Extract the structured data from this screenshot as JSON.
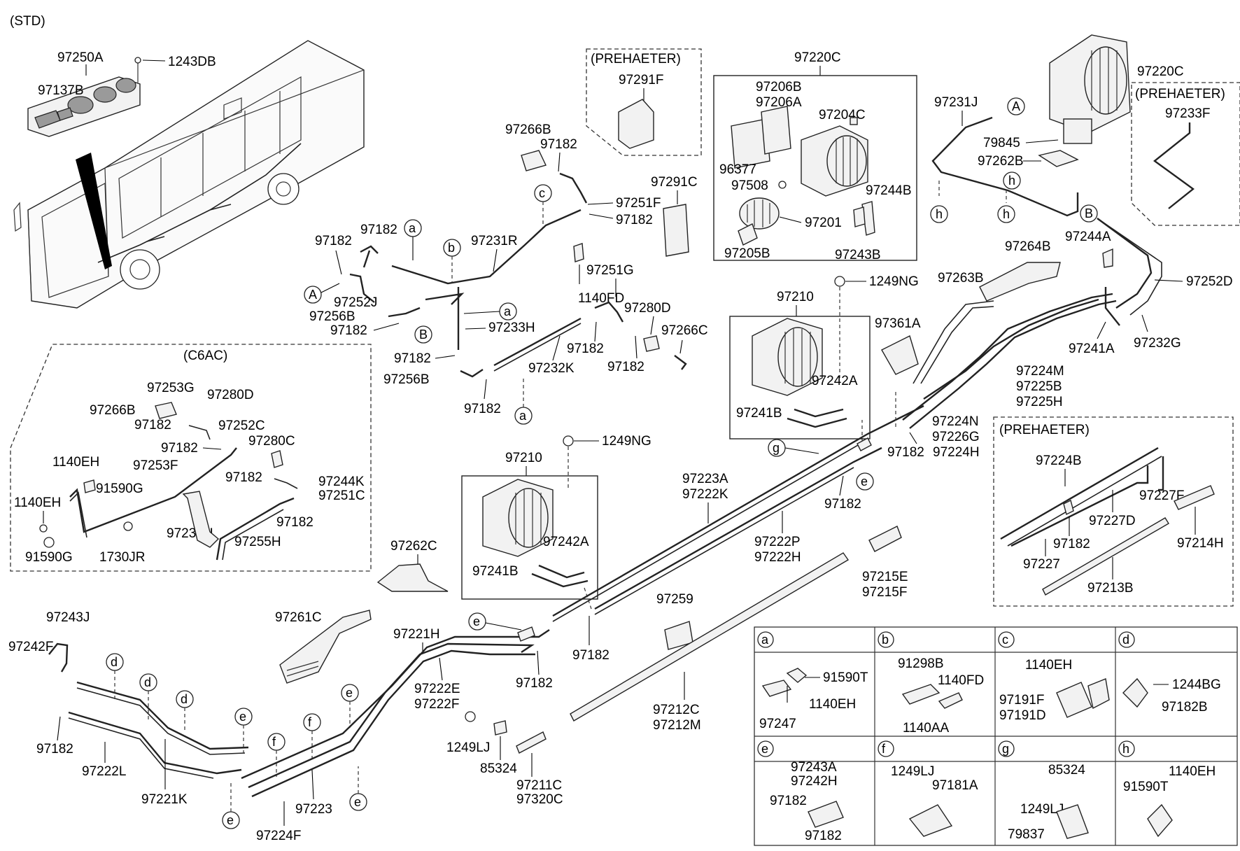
{
  "diagram_title": "(STD)",
  "region_titles": {
    "preheater_top": "(PREHAETER)",
    "preheater_right_top": "(PREHAETER)",
    "preheater_right_bottom": "(PREHAETER)",
    "c6ac": "(C6AC)"
  },
  "parts": {
    "p97250A": "97250A",
    "p1243DB": "1243DB",
    "p97137B": "97137B",
    "p97291F": "97291F",
    "p97291C": "97291C",
    "p97220C_box": "97220C",
    "p97220C_right": "97220C",
    "p97206B": "97206B",
    "p97206A": "97206A",
    "p97204C": "97204C",
    "p96377": "96377",
    "p97508": "97508",
    "p97244B": "97244B",
    "p97201": "97201",
    "p97205B": "97205B",
    "p97243B": "97243B",
    "p97231J": "97231J",
    "p79845": "79845",
    "p97262B": "97262B",
    "p97233F": "97233F",
    "p97252D": "97252D",
    "p97244A_top": "97244A",
    "p97264B": "97264B",
    "p97263B": "97263B",
    "p97241A": "97241A",
    "p97232G": "97232G",
    "p97224M": "97224M",
    "p97225B": "97225B",
    "p97225H": "97225H",
    "p97266B_top": "97266B",
    "p97182_t1": "97182",
    "p97251F": "97251F",
    "p97182_t2": "97182",
    "p97182_l1": "97182",
    "p97182_l2": "97182",
    "p97231R": "97231R",
    "p1140FD": "1140FD",
    "p97251G": "97251G",
    "p97280D_top": "97280D",
    "p97266C": "97266C",
    "p97252J": "97252J",
    "p97256B_1": "97256B",
    "p97182_l3": "97182",
    "p97233H": "97233H",
    "p97182_m1": "97182",
    "p97182_m2": "97182",
    "p97182_m3": "97182",
    "p97256B_2": "97256B",
    "p97232K": "97232K",
    "p97182_m4": "97182",
    "p1249NG_1": "1249NG",
    "p97210_1": "97210",
    "p97361A": "97361A",
    "p97242A_1": "97242A",
    "p97241B_1": "97241B",
    "p97224N": "97224N",
    "p97226G": "97226G",
    "p97224H": "97224H",
    "p97182_r1": "97182",
    "p97253G": "97253G",
    "p97280D_c6": "97280D",
    "p97266B_c6": "97266B",
    "p97182_c1": "97182",
    "p97252C": "97252C",
    "p97182_c2": "97182",
    "p1140EH_c1": "1140EH",
    "p97253F": "97253F",
    "p97280C": "97280C",
    "p97182_c3": "97182",
    "p97244K": "97244K",
    "p91590G_1": "91590G",
    "p97251C": "97251C",
    "p1140EH_c2": "1140EH",
    "p97182_c4": "97182",
    "p97231H": "97231H",
    "p97255H": "97255H",
    "p91590G_2": "91590G",
    "p1730JR": "1730JR",
    "p1249NG_2": "1249NG",
    "p97210_2": "97210",
    "p97242A_2": "97242A",
    "p97241B_2": "97241B",
    "p97223A": "97223A",
    "p97222K": "97222K",
    "p97182_r2": "97182",
    "p97222P": "97222P",
    "p97222H": "97222H",
    "p97224B": "97224B",
    "p97227F": "97227F",
    "p97227D": "97227D",
    "p97182_ph": "97182",
    "p97227": "97227",
    "p97214H": "97214H",
    "p97213B": "97213B",
    "p97262C": "97262C",
    "p97261C": "97261C",
    "p97243J": "97243J",
    "p97242F": "97242F",
    "p97182_b1": "97182",
    "p97222L": "97222L",
    "p97221K": "97221K",
    "p97221H": "97221H",
    "p97222E": "97222E",
    "p97222F": "97222F",
    "p97182_b2": "97182",
    "p97182_b3": "97182",
    "p97223": "97223",
    "p97224F": "97224F",
    "p97259": "97259",
    "p97215E": "97215E",
    "p97215F": "97215F",
    "p97212C": "97212C",
    "p97212M": "97212M",
    "p1249LJ_b": "1249LJ",
    "p85324_b": "85324",
    "p97211C": "97211C",
    "p97320C": "97320C"
  },
  "refs": {
    "a": "a",
    "b": "b",
    "c": "c",
    "d": "d",
    "e": "e",
    "f": "f",
    "g": "g",
    "h": "h",
    "A": "A",
    "B": "B"
  },
  "legend": {
    "a": {
      "letter": "a",
      "parts": [
        "91590T",
        "1140EH",
        "97247"
      ]
    },
    "b": {
      "letter": "b",
      "parts": [
        "91298B",
        "1140FD",
        "1140AA"
      ]
    },
    "c": {
      "letter": "c",
      "parts": [
        "1140EH",
        "97191F",
        "97191D"
      ]
    },
    "d": {
      "letter": "d",
      "parts": [
        "1244BG",
        "97182B"
      ]
    },
    "e": {
      "letter": "e",
      "parts": [
        "97243A",
        "97242H",
        "97182",
        "97182"
      ]
    },
    "f": {
      "letter": "f",
      "parts": [
        "1249LJ",
        "97181A"
      ]
    },
    "g": {
      "letter": "g",
      "parts": [
        "85324",
        "1249LJ",
        "79837"
      ]
    },
    "h": {
      "letter": "h",
      "parts": [
        "1140EH",
        "91590T"
      ]
    }
  }
}
